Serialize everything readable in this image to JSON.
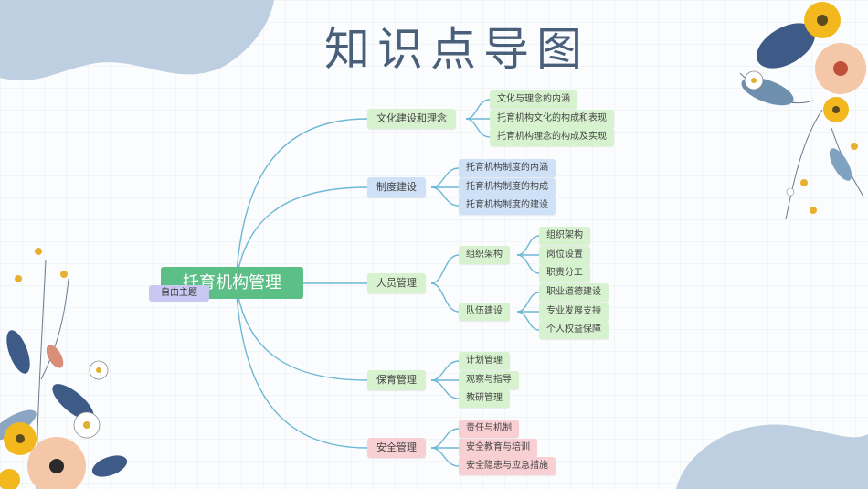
{
  "title": "知识点导图",
  "root": "托育机构管理",
  "floating_topic": "自由主题",
  "branches": [
    {
      "label": "文化建设和理念",
      "children": [
        "文化与理念的内涵",
        "托育机构文化的构成和表现",
        "托育机构理念的构成及实现"
      ]
    },
    {
      "label": "制度建设",
      "children": [
        "托育机构制度的内涵",
        "托育机构制度的构成",
        "托育机构制度的建设"
      ]
    },
    {
      "label": "人员管理",
      "sub": [
        {
          "label": "组织架构",
          "children": [
            "组织架构",
            "岗位设置",
            "职责分工"
          ]
        },
        {
          "label": "队伍建设",
          "children": [
            "职业道德建设",
            "专业发展支持",
            "个人权益保障"
          ]
        }
      ]
    },
    {
      "label": "保育管理",
      "children": [
        "计划管理",
        "观察与指导",
        "教研管理"
      ]
    },
    {
      "label": "安全管理",
      "children": [
        "责任与机制",
        "安全教育与培训",
        "安全隐患与应急措施"
      ]
    }
  ],
  "colors": {
    "line": "#6eb7d6",
    "root": "#5cbf86",
    "green": "#d7f2cf",
    "blue": "#cfe1f6",
    "pink": "#f8cfd3",
    "title": "#4a5f7a"
  }
}
